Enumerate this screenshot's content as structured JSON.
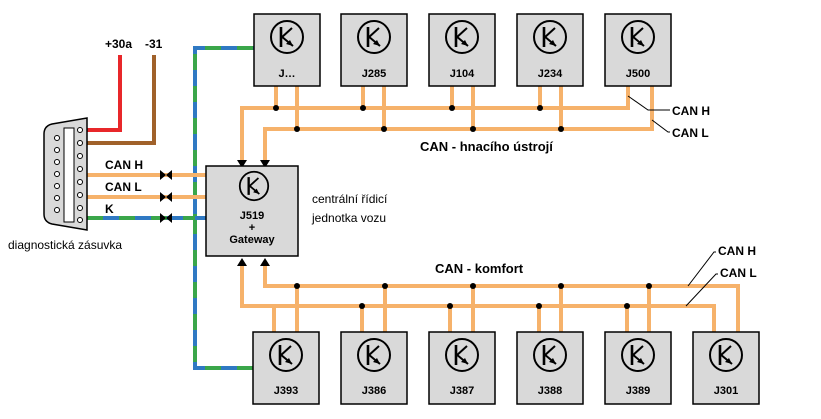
{
  "power": {
    "plus_label": "+30a",
    "minus_label": "-31"
  },
  "connector": {
    "caption": "diagnostická zásuvka",
    "lines": [
      {
        "label": "CAN H"
      },
      {
        "label": "CAN L"
      },
      {
        "label": "K"
      }
    ]
  },
  "gateway": {
    "id": "J519",
    "plus": "+",
    "name": "Gateway",
    "description_line1": "centrální řídicí",
    "description_line2": "jednotka vozu"
  },
  "drivetrain_bus": {
    "title": "CAN - hnacího ústrojí",
    "high_label": "CAN H",
    "low_label": "CAN L",
    "ecus": [
      "J…",
      "J285",
      "J104",
      "J234",
      "J500"
    ]
  },
  "comfort_bus": {
    "title": "CAN - komfort",
    "high_label": "CAN H",
    "low_label": "CAN L",
    "ecus": [
      "J393",
      "J386",
      "J387",
      "J388",
      "J389",
      "J301"
    ]
  },
  "colors": {
    "can_wire": "#f6b26b",
    "box_fill": "#d9d9d9",
    "positive": "#e8272a",
    "ground": "#a0612a",
    "k_line_blue": "#2f79c3",
    "k_line_green": "#3aa64a"
  }
}
